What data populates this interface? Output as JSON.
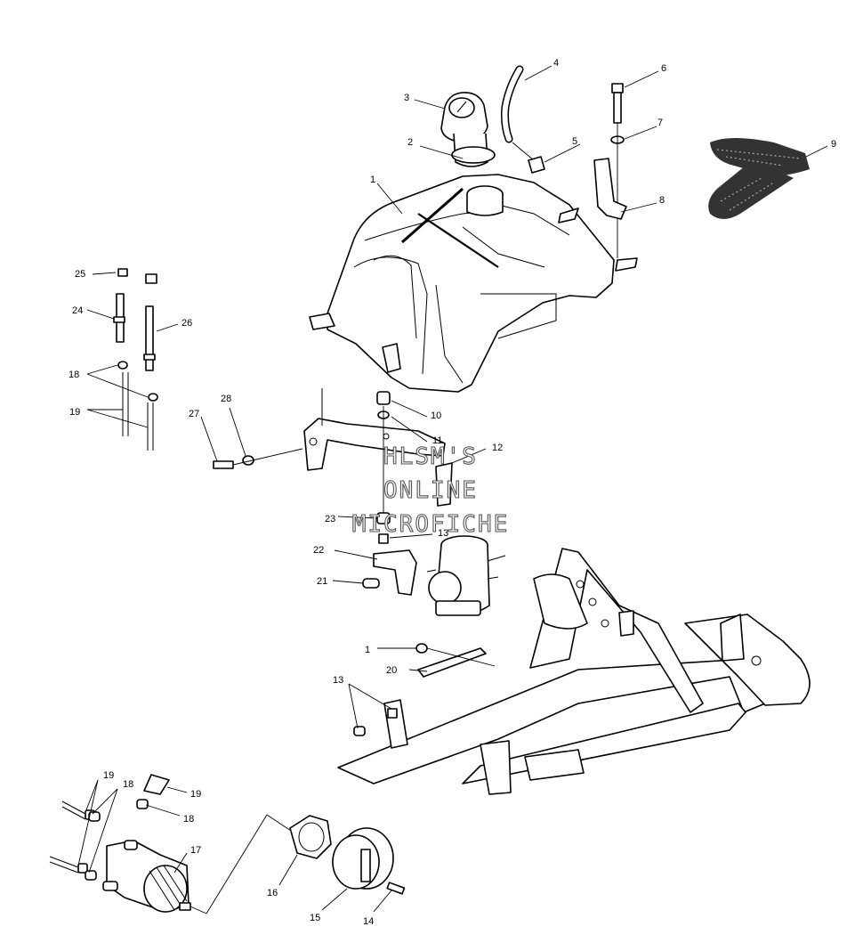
{
  "watermark": {
    "line1": "HLSM'S",
    "line2": "ONLINE",
    "line3": "MICROFICHE"
  },
  "callouts": [
    {
      "id": "c1a",
      "text": "1"
    },
    {
      "id": "c2",
      "text": "2"
    },
    {
      "id": "c3",
      "text": "3"
    },
    {
      "id": "c4",
      "text": "4"
    },
    {
      "id": "c5",
      "text": "5"
    },
    {
      "id": "c6",
      "text": "6"
    },
    {
      "id": "c7",
      "text": "7"
    },
    {
      "id": "c8",
      "text": "8"
    },
    {
      "id": "c9",
      "text": "9"
    },
    {
      "id": "c10",
      "text": "10"
    },
    {
      "id": "c11",
      "text": "11"
    },
    {
      "id": "c12",
      "text": "12"
    },
    {
      "id": "c13a",
      "text": "13"
    },
    {
      "id": "c28",
      "text": "28"
    },
    {
      "id": "c27",
      "text": "27"
    },
    {
      "id": "c25",
      "text": "25"
    },
    {
      "id": "c24",
      "text": "24"
    },
    {
      "id": "c26",
      "text": "26"
    },
    {
      "id": "c18a",
      "text": "18"
    },
    {
      "id": "c19a",
      "text": "19"
    },
    {
      "id": "c23",
      "text": "23"
    },
    {
      "id": "c22",
      "text": "22"
    },
    {
      "id": "c21",
      "text": "21"
    },
    {
      "id": "c1b",
      "text": "1"
    },
    {
      "id": "c20",
      "text": "20"
    },
    {
      "id": "c13b",
      "text": "13"
    },
    {
      "id": "c19b",
      "text": "19"
    },
    {
      "id": "c18b",
      "text": "18"
    },
    {
      "id": "c19c",
      "text": "19"
    },
    {
      "id": "c18c",
      "text": "18"
    },
    {
      "id": "c17",
      "text": "17"
    },
    {
      "id": "c16",
      "text": "16"
    },
    {
      "id": "c15",
      "text": "15"
    },
    {
      "id": "c14",
      "text": "14"
    }
  ]
}
